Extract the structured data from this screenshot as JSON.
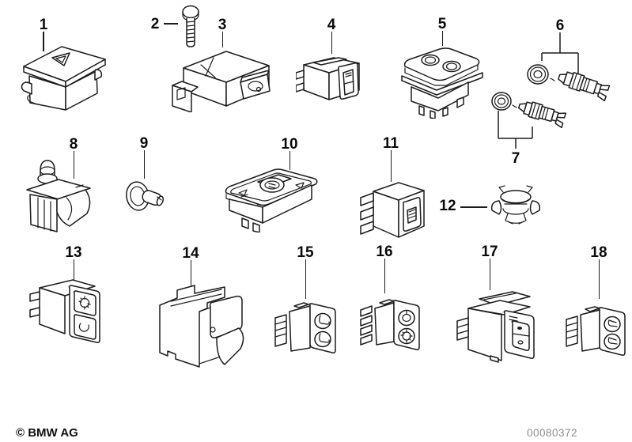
{
  "footer": {
    "copyright": "© BMW AG",
    "document_number": "00080372"
  },
  "items": [
    {
      "number": "1"
    },
    {
      "number": "2"
    },
    {
      "number": "3"
    },
    {
      "number": "4"
    },
    {
      "number": "5"
    },
    {
      "number": "6"
    },
    {
      "number": "7"
    },
    {
      "number": "8"
    },
    {
      "number": "9"
    },
    {
      "number": "10"
    },
    {
      "number": "11"
    },
    {
      "number": "12"
    },
    {
      "number": "13"
    },
    {
      "number": "14"
    },
    {
      "number": "15"
    },
    {
      "number": "16"
    },
    {
      "number": "17"
    },
    {
      "number": "18"
    }
  ]
}
